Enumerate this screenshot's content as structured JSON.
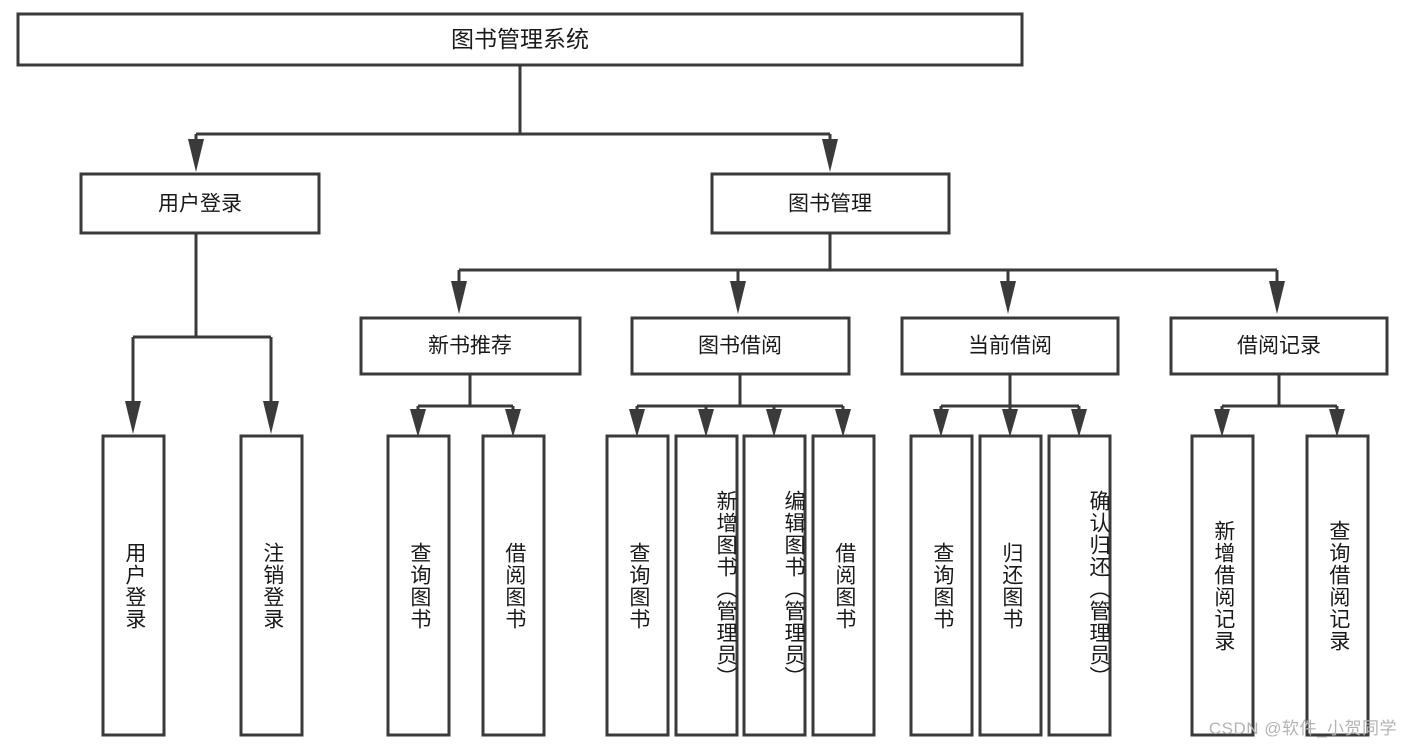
{
  "diagram": {
    "title": "图书管理系统",
    "watermark": "CSDN @软件_小贺同学",
    "root": {
      "label": "图书管理系统"
    },
    "level2": [
      {
        "label": "用户登录"
      },
      {
        "label": "图书管理"
      }
    ],
    "level3": [
      {
        "label": "新书推荐"
      },
      {
        "label": "图书借阅"
      },
      {
        "label": "当前借阅"
      },
      {
        "label": "借阅记录"
      }
    ],
    "leaves": {
      "user_login": [
        {
          "label": "用户登录"
        },
        {
          "label": "注销登录"
        }
      ],
      "new_book_recommend": [
        {
          "label": "查询图书"
        },
        {
          "label": "借阅图书"
        }
      ],
      "book_borrow": [
        {
          "label": "查询图书"
        },
        {
          "label": "新增图书（管理员）"
        },
        {
          "label": "编辑图书（管理员）"
        },
        {
          "label": "借阅图书"
        }
      ],
      "current_borrow": [
        {
          "label": "查询图书"
        },
        {
          "label": "归还图书"
        },
        {
          "label": "确认归还（管理员）"
        }
      ],
      "borrow_record": [
        {
          "label": "新增借阅记录"
        },
        {
          "label": "查询借阅记录"
        }
      ]
    },
    "colors": {
      "stroke": "#3a3a3a",
      "fill": "#ffffff",
      "text": "#1a1a1a",
      "watermark": "#b4b4b4"
    }
  }
}
